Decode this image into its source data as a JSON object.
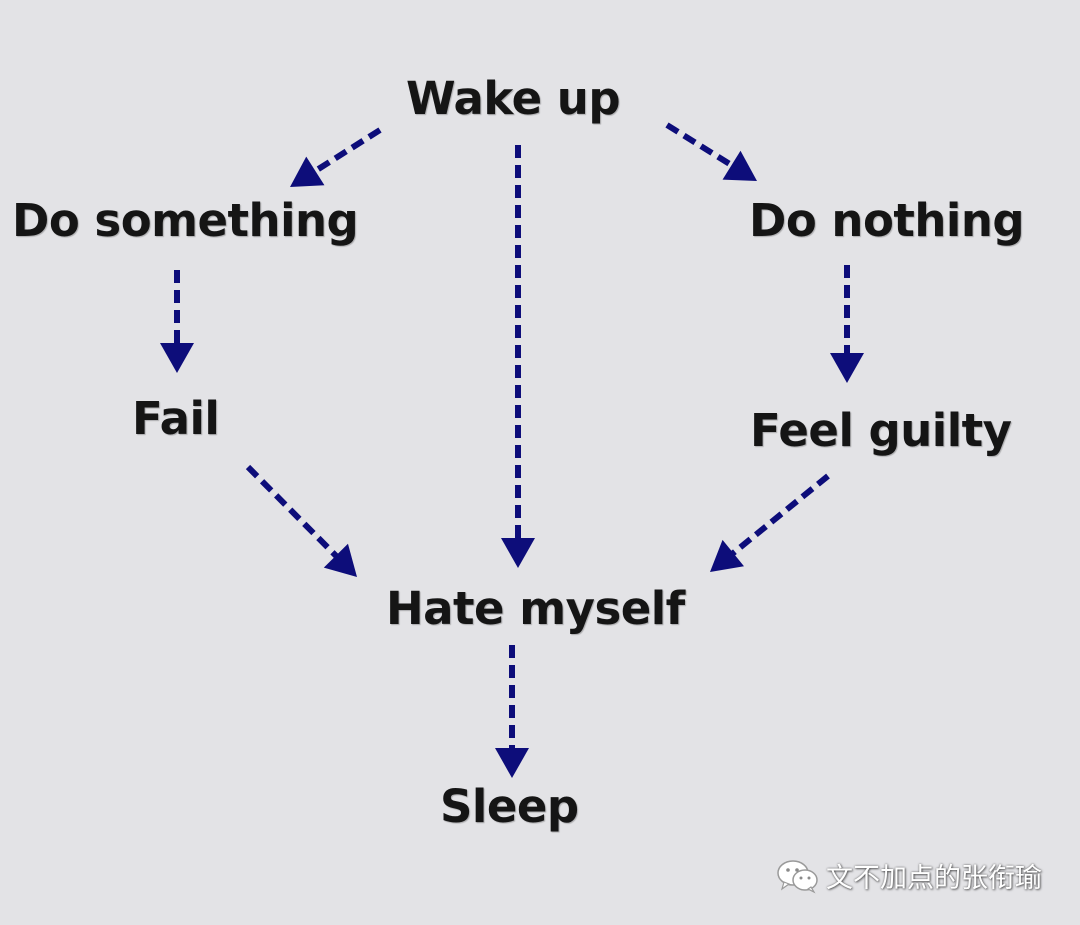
{
  "nodes": {
    "wake_up": "Wake up",
    "do_something": "Do something",
    "do_nothing": "Do nothing",
    "fail": "Fail",
    "feel_guilty": "Feel guilty",
    "hate_myself": "Hate myself",
    "sleep": "Sleep"
  },
  "edges": [
    {
      "from": "wake_up",
      "to": "do_something"
    },
    {
      "from": "wake_up",
      "to": "hate_myself"
    },
    {
      "from": "wake_up",
      "to": "do_nothing"
    },
    {
      "from": "do_something",
      "to": "fail"
    },
    {
      "from": "do_nothing",
      "to": "feel_guilty"
    },
    {
      "from": "fail",
      "to": "hate_myself"
    },
    {
      "from": "feel_guilty",
      "to": "hate_myself"
    },
    {
      "from": "hate_myself",
      "to": "sleep"
    }
  ],
  "colors": {
    "background": "#e3e3e6",
    "arrow": "#0d0d7a",
    "text": "#151515"
  },
  "watermark": {
    "text": "文不加点的张衔瑜",
    "icon": "wechat-icon"
  }
}
